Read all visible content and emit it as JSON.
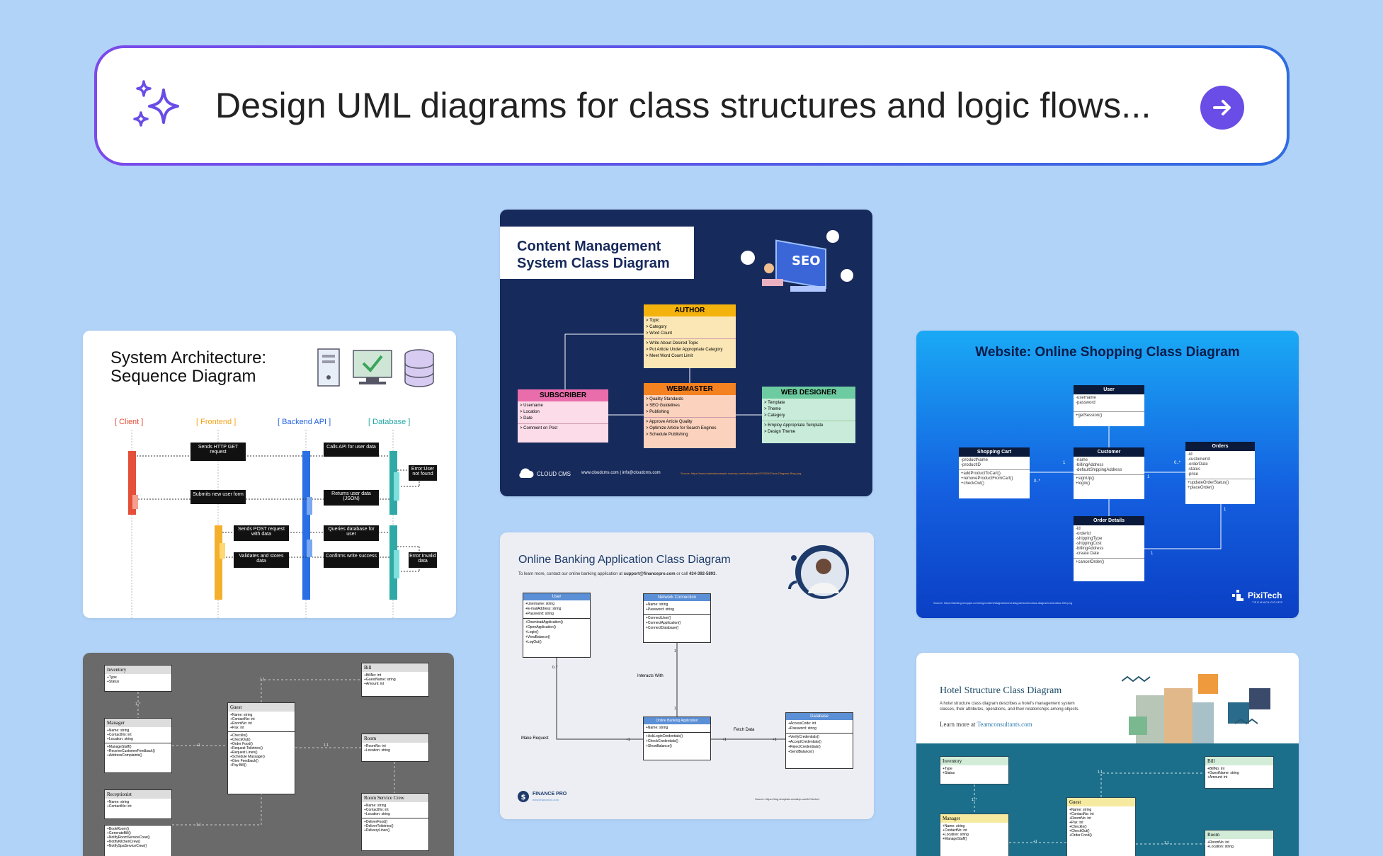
{
  "prompt": {
    "text": "Design UML diagrams for class structures and logic flows...",
    "sparkle_icon": "sparkle-icon",
    "submit_icon": "arrow-right-icon",
    "accent": "#6a4ce6"
  },
  "seq": {
    "title_line1": "System Architecture:",
    "title_line2": "Sequence Diagram",
    "actors": [
      "[ Client ]",
      "[ Frontend ]",
      "[ Backend API ]",
      "[ Database ]"
    ],
    "msgs": [
      "Sends HTTP GET request",
      "Calls API for user data",
      "Error:User not found",
      "Submits new user form",
      "Returns user data (JSON)",
      "Sends POST request with data",
      "Queries database for user",
      "Validates and stores data",
      "Confirms write success",
      "Error:Invalid data"
    ]
  },
  "cms": {
    "title_line1": "Content Management",
    "title_line2": "System Class Diagram",
    "author": {
      "title": "AUTHOR",
      "attrs": [
        "> Topic",
        "> Category",
        "> Word Count"
      ],
      "ops": [
        "> Write About Desired Topic",
        "> Put Article Under Appropriate Category",
        "> Meet Word Count Limit"
      ]
    },
    "subscriber": {
      "title": "SUBSCRIBER",
      "attrs": [
        "> Username",
        "> Location",
        "> Date"
      ],
      "ops": [
        "> Comment on Post"
      ]
    },
    "webmaster": {
      "title": "WEBMASTER",
      "attrs": [
        "> Quality Standards",
        "> SEO Guidelines",
        "> Publishing"
      ],
      "ops": [
        "> Approve Article Quality",
        "> Optimize Article for Search Engines",
        "> Schedule Publishing"
      ]
    },
    "webdesigner": {
      "title": "WEB DESIGNER",
      "attrs": [
        "> Template",
        "> Theme",
        "> Category"
      ],
      "ops": [
        "> Employ Appropriate Template",
        "> Design Theme"
      ]
    },
    "brand": "CLOUD CMS",
    "contact": "www.cloudcms.com | info@cloudcms.com",
    "source": "Source: https://www.tutorialsexample.com/wp-content/uploads/2020/04/Class-Diagram-Blog.png"
  },
  "shop": {
    "title": "Website: Online Shopping Class Diagram",
    "user": {
      "title": "User",
      "attrs": [
        "-username",
        "-password"
      ],
      "ops": [
        "+getSession()"
      ]
    },
    "cart": {
      "title": "Shopping Cart",
      "attrs": [
        "-productName",
        "-productID"
      ],
      "ops": [
        "+addProductToCart()",
        "+removeProductFromCart()",
        "+checkOut()"
      ]
    },
    "customer": {
      "title": "Customer",
      "attrs": [
        "-name",
        "-billingAddress",
        "-defaultShippingAddress"
      ],
      "ops": [
        "+signUp()",
        "+login()"
      ]
    },
    "orders": {
      "title": "Orders",
      "attrs": [
        "-id",
        "-customerId",
        "-orderDate",
        "-status",
        "-price"
      ],
      "ops": [
        "+updateOrderStatus()",
        "+placeOrder()"
      ]
    },
    "details": {
      "title": "Order Details",
      "attrs": [
        "-id",
        "-orderId",
        "-shippingType",
        "-shippingCost",
        "-billingAddress",
        "-create Date"
      ],
      "ops": [
        "+cancelOrder()"
      ]
    },
    "mult": [
      "1",
      "0..*",
      "1",
      "0..*",
      "1",
      "1"
    ],
    "source": "Source: https://landing.moqups.com/img/content/diagrams/uml-diagrams/uml-class-diagram/uml-class-900.png",
    "brand": "PixiTech",
    "brand_sub": "TECHNOLOGIES"
  },
  "bank": {
    "title": "Online Banking Application Class Diagram",
    "subtitle_pre": "To learn more, contact our online banking application at ",
    "subtitle_email": "support@financepro.com",
    "subtitle_mid": " or call ",
    "subtitle_phone": "434-392-5893",
    "subtitle_end": ".",
    "user": {
      "title": "User",
      "attrs": [
        "+Username: string",
        "+E-mailAddress: string",
        "+Password: string"
      ],
      "ops": [
        "+DownloadApplication()",
        "+OpenApplication()",
        "+Login()",
        "+ViewBalance()",
        "+LogOut()"
      ]
    },
    "network": {
      "title": "Network Connection",
      "attrs": [
        "+Name: string",
        "+Password: string"
      ],
      "ops": [
        "+ConnectUser()",
        "+ConnectApplication()",
        "+ConnectDatabase()"
      ]
    },
    "app": {
      "title": "Online Banking Application",
      "attrs": [
        "+Name: string"
      ],
      "ops": [
        "+AskLoginCredentials()",
        "+CheckCredentials()",
        "+ShowBalance()"
      ]
    },
    "db": {
      "title": "Database",
      "attrs": [
        "+AccessCode: int",
        "+Password: string"
      ],
      "ops": [
        "+VerifyCredentials()",
        "+AcceptCredentials()",
        "+RejectCredentials()",
        "+SendBalance()"
      ]
    },
    "labels": [
      "0..*",
      "Interacts With",
      "1",
      "Make Request",
      "+1",
      "Fetch Data",
      "+1",
      "+1",
      "1"
    ],
    "brand": "FINANCE PRO",
    "brand_url": "www.financepro.com",
    "source": "Source: https://img.template.creately.com/k7hhvhc1"
  },
  "gray": {
    "inventory": {
      "title": "Inventory",
      "attrs": [
        "+Type",
        "+Status"
      ]
    },
    "manager": {
      "title": "Manager",
      "attrs": [
        "+Name: string",
        "+ContactNo: int",
        "+Location: string"
      ],
      "ops": [
        "+ManageStaff()",
        "+ReceiveCustomerFeedback()",
        "+AddressComplaints()"
      ]
    },
    "receptionist": {
      "title": "Receptionist",
      "attrs": [
        "+Name: string",
        "+ContactNo: int"
      ],
      "ops": [
        "+BookRoom()",
        "+GenerateBill()",
        "+NotifyRoomServiceCrew()",
        "+NotifyKitchenCrew()",
        "+NotifySpaServiceCrew()"
      ]
    },
    "guest": {
      "title": "Guest",
      "attrs": [
        "+Name: string",
        "+ContactNo: int",
        "+RoomNo: int",
        "+Pax: int"
      ],
      "ops": [
        "+CheckIn()",
        "+CheckOut()",
        "+Order Food()",
        "+Request Toiletries()",
        "+Request Linen()",
        "+Schedule Massage()",
        "+Give Feedback()",
        "+Pay Bill()"
      ]
    },
    "bill": {
      "title": "Bill",
      "attrs": [
        "+BillNo: int",
        "+GuestName: string",
        "+Amount: int"
      ]
    },
    "room": {
      "title": "Room",
      "attrs": [
        "+RoomNo: int",
        "+Location: string"
      ]
    },
    "crew": {
      "title": "Room Service Crew",
      "attrs": [
        "+Name: string",
        "+ContactNo: int",
        "+Location: string"
      ],
      "ops": [
        "+DeliverFood()",
        "+DeliverToiletries()",
        "+DeliveryLinen()"
      ]
    },
    "mult": [
      "1.1",
      "1..*",
      "+1",
      "1.1",
      "1.1"
    ]
  },
  "hotel": {
    "title": "Hotel Structure Class Diagram",
    "desc_line1": "A hotel structure class diagram describes a hotel's management system",
    "desc_line2": "classes, their attributes, operations, and their relationships among objects.",
    "learn_pre": "Learn more at ",
    "learn_link": "Teamconsultants.com",
    "inventory": {
      "title": "Inventory",
      "attrs": [
        "+Type",
        "+Status"
      ]
    },
    "manager": {
      "title": "Manager",
      "attrs": [
        "+Name: string",
        "+ContactNo: int",
        "+Location: string",
        "+ManageStaff()"
      ]
    },
    "guest": {
      "title": "Guest",
      "attrs": [
        "+Name: string",
        "+ContactNo: int",
        "+RoomNo: int",
        "+Pax: int",
        "+CheckIn()",
        "+CheckOut()",
        "+Order Food()"
      ]
    },
    "bill": {
      "title": "Bill",
      "attrs": [
        "+BillNo: int",
        "+GuestName: string",
        "+Amount: int"
      ]
    },
    "room": {
      "title": "Room",
      "attrs": [
        "+RoomNo: int",
        "+Location: string"
      ]
    },
    "mult": [
      "1.1",
      "1..*",
      "+1",
      "1.1"
    ]
  }
}
